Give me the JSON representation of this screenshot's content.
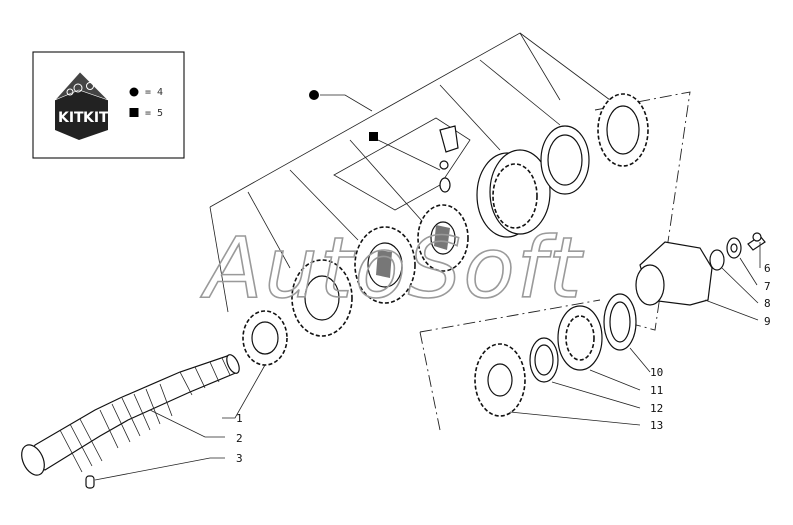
{
  "legend": {
    "kit_text_left": "KIT",
    "kit_text_right": "KIT",
    "circle_qty": "= 4",
    "square_qty": "= 5"
  },
  "watermark": "AutoSoft",
  "callouts": [
    "1",
    "2",
    "3",
    "6",
    "7",
    "8",
    "9",
    "10",
    "11",
    "12",
    "13"
  ]
}
